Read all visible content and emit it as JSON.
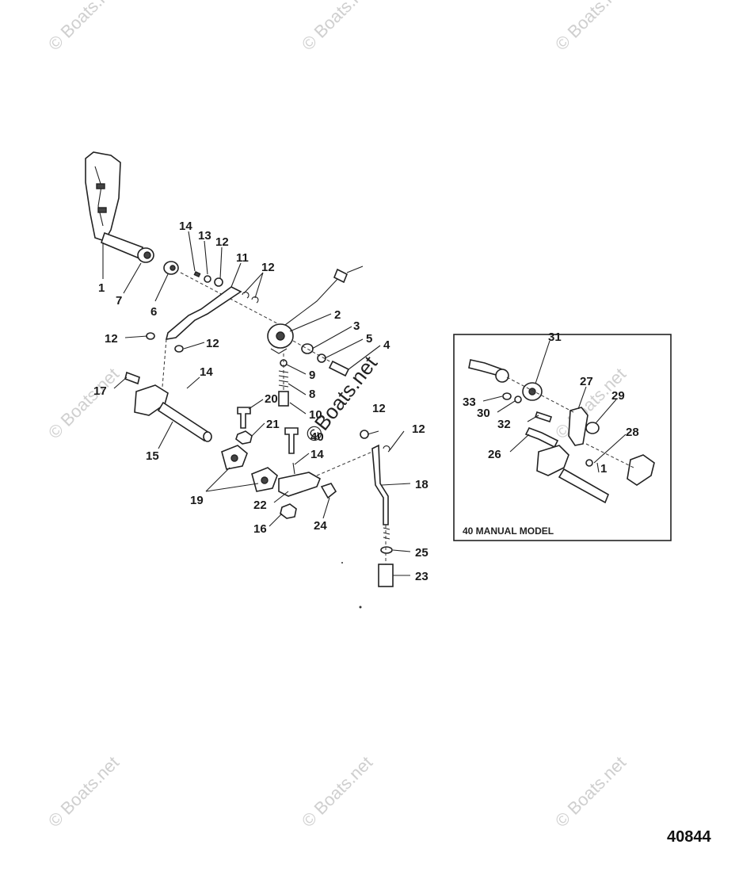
{
  "watermarks": [
    "© Boats.net",
    "© Boats.net",
    "© Boats.net",
    "© Boats.net",
    "© Boats.net",
    "© Boats.net",
    "© Boats.net",
    "© Boats.net"
  ],
  "center_watermark": "©Boats.net",
  "plate_number": "40844",
  "inset": {
    "label": "40 MANUAL MODEL"
  },
  "callouts": {
    "c1": "1",
    "c2": "2",
    "c3": "3",
    "c4": "4",
    "c5": "5",
    "c6": "6",
    "c7": "7",
    "c8": "8",
    "c9": "9",
    "c10": "10",
    "c11": "11",
    "c12a": "12",
    "c12b": "12",
    "c12c": "12",
    "c12d": "12",
    "c12e": "12",
    "c12f": "12",
    "c13": "13",
    "c14a": "14",
    "c14b": "14",
    "c14c": "14",
    "c15": "15",
    "c16": "16",
    "c17": "17",
    "c18": "18",
    "c19": "19",
    "c20": "20",
    "c21": "21",
    "c22": "22",
    "c23": "23",
    "c24": "24",
    "c25": "25",
    "c26": "26",
    "c27": "27",
    "c28": "28",
    "c29": "29",
    "c30": "30",
    "c31": "31",
    "c32": "32",
    "c33": "33",
    "c40": "40",
    "c1b": "1"
  }
}
